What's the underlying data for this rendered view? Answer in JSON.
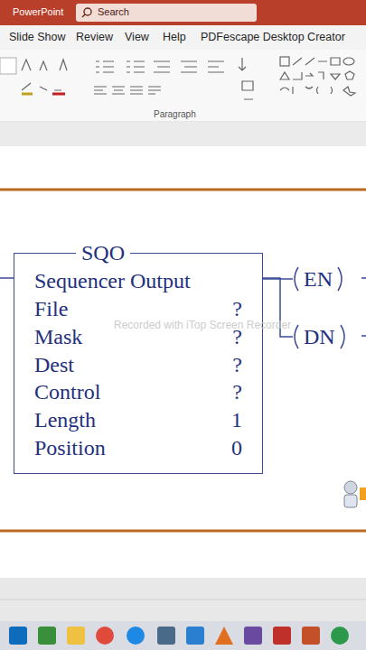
{
  "diagram": {
    "nodes": [
      {
        "text": [
          "SQO",
          "Sequencer Output",
          "File",
          "?",
          "Mask",
          "?",
          "Dest",
          "?",
          "Control",
          "?",
          "Length",
          "1",
          "Position",
          "0"
        ]
      },
      {
        "text": [
          "EN"
        ]
      },
      {
        "text": [
          "DN"
        ]
      }
    ],
    "edges": [
      {
        "from": 0,
        "to": 1,
        "arrow": "none"
      },
      {
        "from": 0,
        "to": 2,
        "arrow": "none"
      }
    ],
    "labels": [
      "PowerPoint",
      "Search",
      "Slide Show",
      "Review",
      "View",
      "Help",
      "PDFescape Desktop Creator",
      "Paragraph",
      "Recorded with iTop Screen Recorder"
    ]
  }
}
